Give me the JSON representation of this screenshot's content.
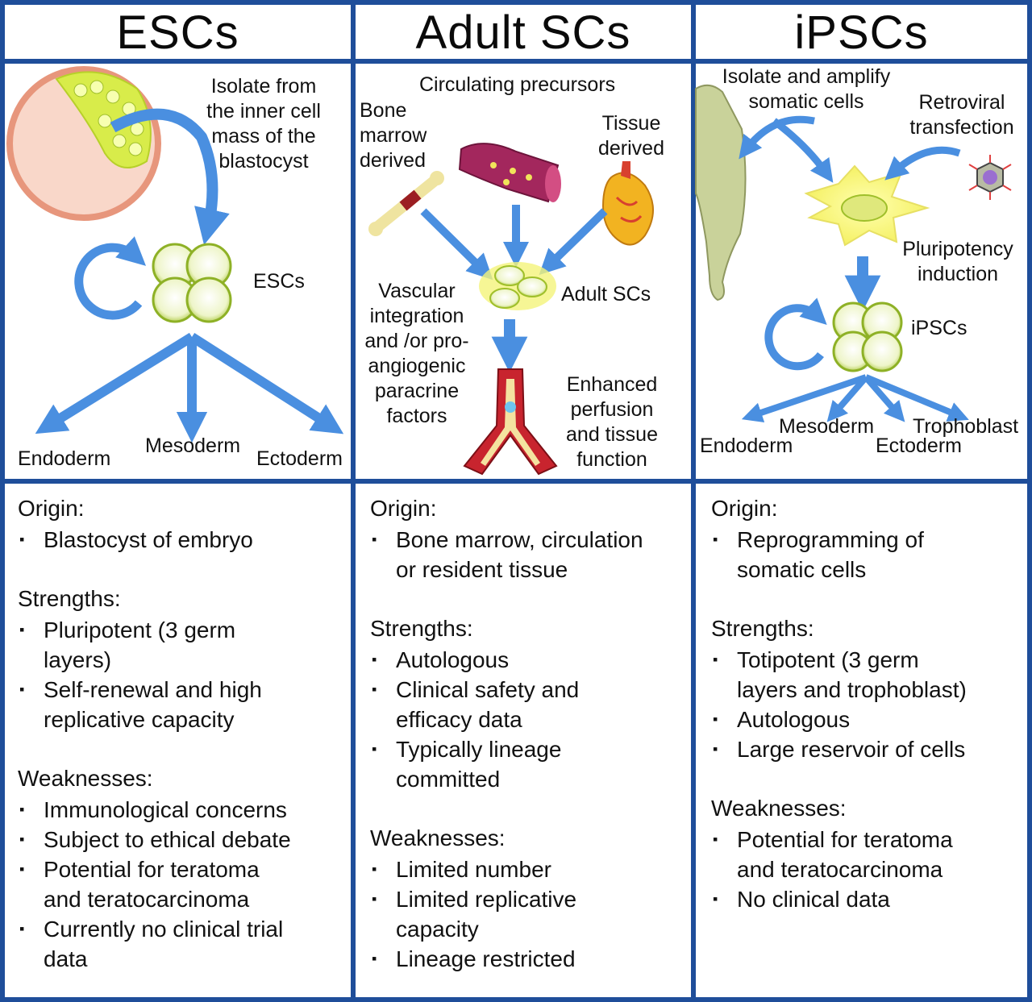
{
  "headers": [
    "ESCs",
    "Adult SCs",
    "iPSCs"
  ],
  "diagram": {
    "esc": {
      "isolate": [
        "Isolate from",
        "the inner cell",
        "mass of the",
        "blastocyst"
      ],
      "cell_label": "ESCs",
      "endoderm": "Endoderm",
      "mesoderm": "Mesoderm",
      "ectoderm": "Ectoderm"
    },
    "adult": {
      "circulating": "Circulating precursors",
      "bone": [
        "Bone",
        "marrow",
        "derived"
      ],
      "tissue": [
        "Tissue",
        "derived"
      ],
      "cell_label": "Adult SCs",
      "vascular": [
        "Vascular",
        "integration",
        "and /or pro-",
        "angiogenic",
        "paracrine",
        "factors"
      ],
      "enhanced": [
        "Enhanced",
        "perfusion",
        "and tissue",
        "function"
      ]
    },
    "ipsc": {
      "isolate": [
        "Isolate and amplify",
        "somatic cells"
      ],
      "retroviral": [
        "Retroviral",
        "transfection"
      ],
      "pluripotency": [
        "Pluripotency",
        "induction"
      ],
      "cell_label": "iPSCs",
      "endoderm": "Endoderm",
      "mesoderm": "Mesoderm",
      "ectoderm": "Ectoderm",
      "trophoblast": "Trophoblast"
    }
  },
  "text": {
    "esc": {
      "origin_title": "Origin:",
      "origin": [
        "Blastocyst of embryo"
      ],
      "strengths_title": "Strengths:",
      "strengths": [
        [
          "Pluripotent (3 germ",
          "layers)"
        ],
        [
          "Self-renewal and high",
          "replicative capacity"
        ]
      ],
      "weaknesses_title": "Weaknesses:",
      "weaknesses": [
        [
          "Immunological concerns"
        ],
        [
          "Subject to ethical debate"
        ],
        [
          "Potential for teratoma",
          "and teratocarcinoma"
        ],
        [
          "Currently no clinical trial",
          "data"
        ]
      ]
    },
    "adult": {
      "origin_title": "Origin:",
      "origin": [
        "Bone marrow, circulation",
        "or resident tissue"
      ],
      "strengths_title": "Strengths:",
      "strengths": [
        [
          "Autologous"
        ],
        [
          "Clinical safety and",
          "efficacy data"
        ],
        [
          "Typically lineage",
          "committed"
        ]
      ],
      "weaknesses_title": "Weaknesses:",
      "weaknesses": [
        [
          "Limited number"
        ],
        [
          "Limited replicative",
          "capacity"
        ],
        [
          "Lineage restricted"
        ]
      ]
    },
    "ipsc": {
      "origin_title": "Origin:",
      "origin": [
        "Reprogramming of",
        "somatic cells"
      ],
      "strengths_title": "Strengths:",
      "strengths": [
        [
          "Totipotent (3 germ",
          "layers and trophoblast)"
        ],
        [
          "Autologous"
        ],
        [
          "Large reservoir of cells"
        ]
      ],
      "weaknesses_title": "Weaknesses:",
      "weaknesses": [
        [
          "Potential for teratoma",
          "and teratocarcinoma"
        ],
        [
          "No clinical data"
        ]
      ]
    }
  },
  "colors": {
    "frame": "#1f4e9a",
    "arrow": "#4a8fe0",
    "cell_fill": "#f2f7d6",
    "cell_ring": "#9fbf2a"
  }
}
